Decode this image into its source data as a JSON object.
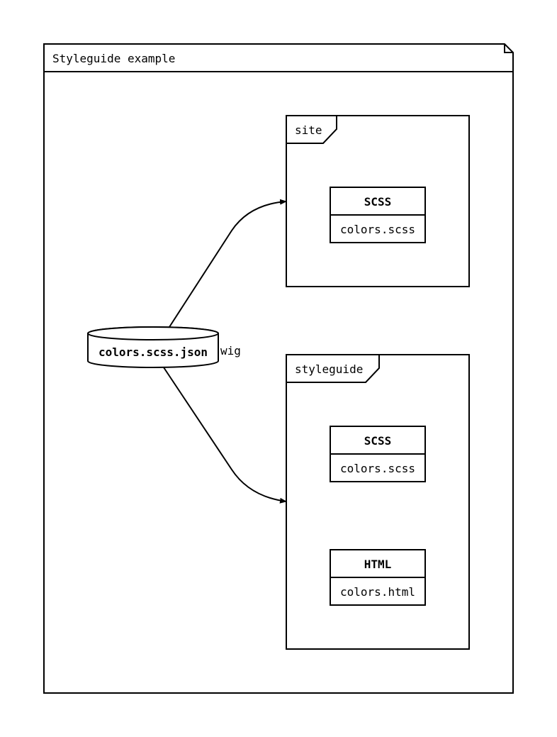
{
  "diagram": {
    "outer_title": "Styleguide example",
    "packages": {
      "site": {
        "label": "site",
        "components": [
          {
            "type": "SCSS",
            "file": "colors.scss"
          }
        ]
      },
      "styleguide": {
        "label": "styleguide",
        "components": [
          {
            "type": "SCSS",
            "file": "colors.scss"
          },
          {
            "type": "HTML",
            "file": "colors.html"
          }
        ]
      }
    },
    "database": {
      "label": "colors.scss.json",
      "side_label": "wig"
    }
  }
}
